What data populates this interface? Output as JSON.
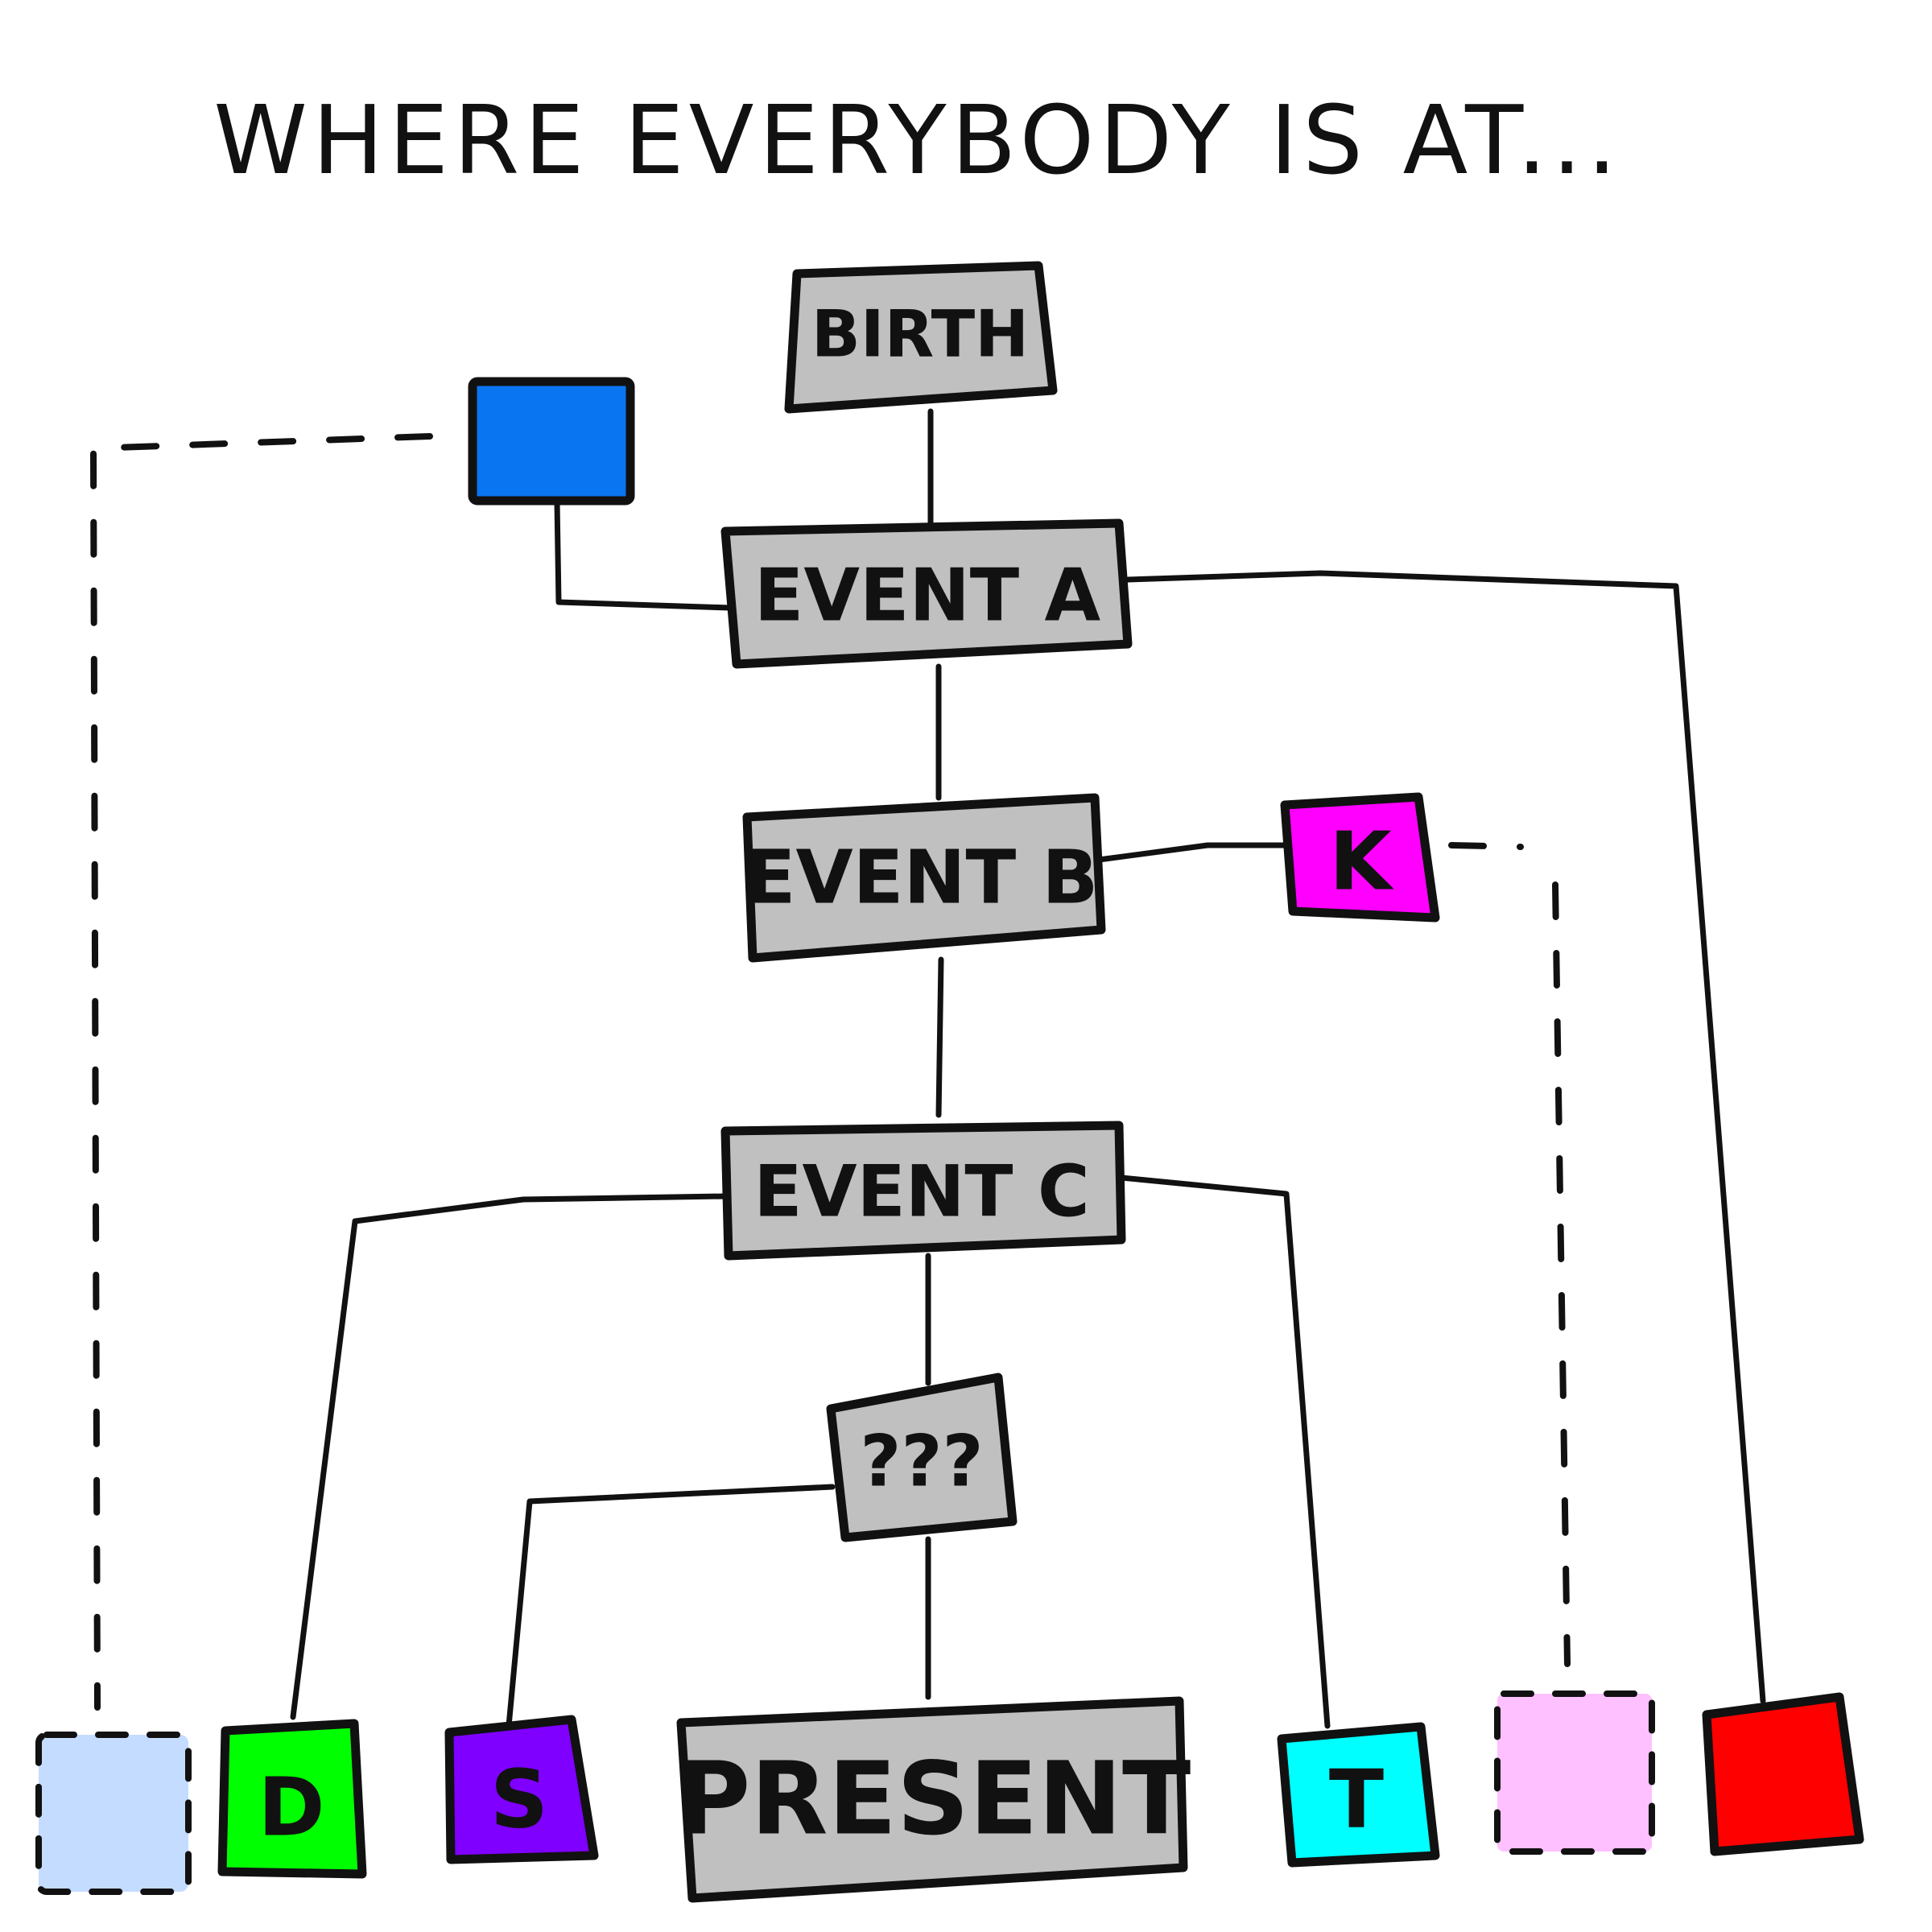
{
  "title": "WHERE EVERYBODY IS AT...",
  "nodes": {
    "birth": "BIRTH",
    "event_a": "EVENT A",
    "event_b": "EVENT B",
    "event_c": "EVENT C",
    "unknown": "???",
    "present": "PRESENT"
  },
  "people": {
    "k": "K",
    "d": "D",
    "s": "S",
    "t": "T"
  },
  "colors": {
    "node_gray": "#c0c0c0",
    "blue": "#0a75f0",
    "magenta": "#ff00ff",
    "green": "#00ff00",
    "purple": "#7f00ff",
    "cyan": "#00ffff",
    "pink": "#ffc0ff",
    "light_blue": "#c4dcff",
    "red": "#ff0000"
  }
}
